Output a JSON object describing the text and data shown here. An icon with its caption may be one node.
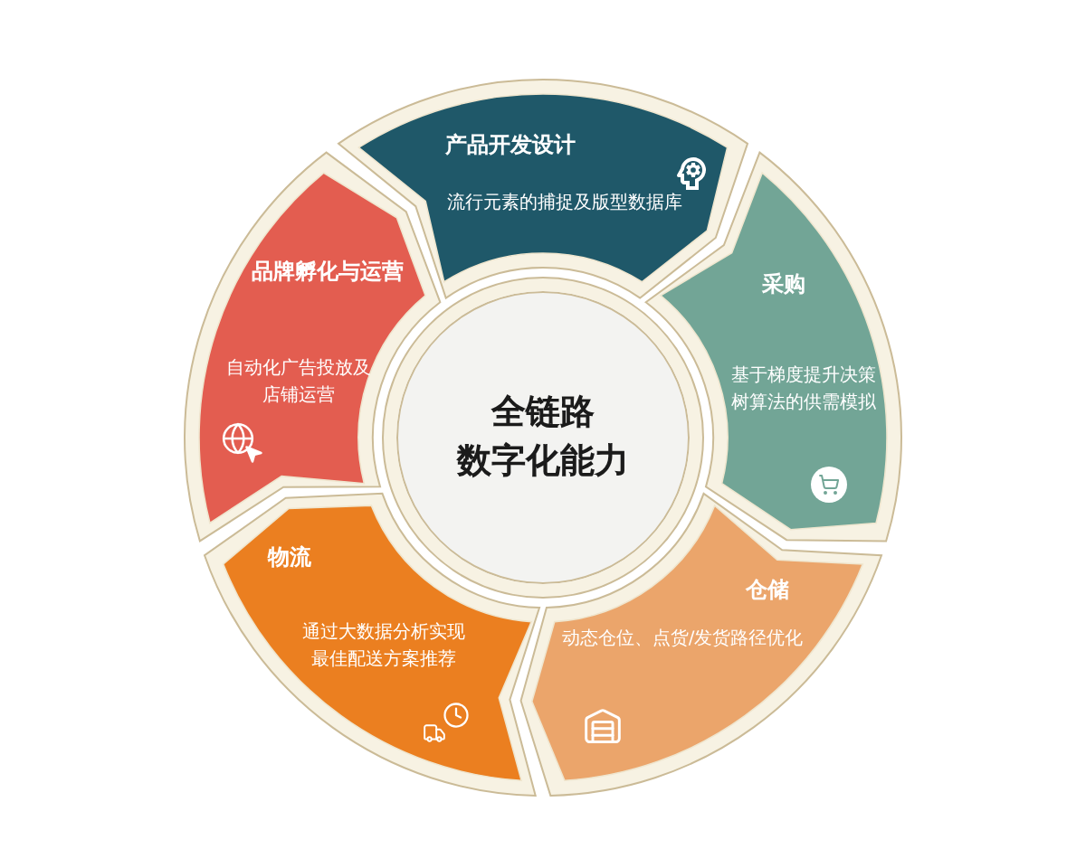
{
  "diagram": {
    "nodes": [
      {
        "text": [
          "全链路数字化能力"
        ]
      },
      {
        "text": [
          "产品开发设计",
          "流行元素的捕捉及版型数据库"
        ]
      },
      {
        "text": [
          "采购",
          "基于梯度提升决策树算法的供需模拟"
        ]
      },
      {
        "text": [
          "仓储",
          "动态仓位、点货/发货路径优化"
        ]
      },
      {
        "text": [
          "物流",
          "通过大数据分析实现最佳配送方案推荐"
        ]
      },
      {
        "text": [
          "品牌孵化与运营",
          "自动化广告投放及店铺运营"
        ]
      }
    ]
  }
}
